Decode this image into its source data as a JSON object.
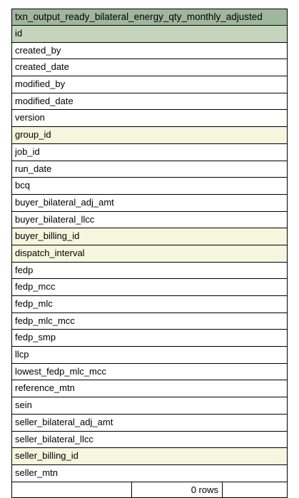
{
  "table": {
    "title": "txn_output_ready_bilateral_energy_qty_monthly_adjusted",
    "columns": [
      {
        "name": "id",
        "kind": "pk"
      },
      {
        "name": "created_by",
        "kind": "plain"
      },
      {
        "name": "created_date",
        "kind": "plain"
      },
      {
        "name": "modified_by",
        "kind": "plain"
      },
      {
        "name": "modified_date",
        "kind": "plain"
      },
      {
        "name": "version",
        "kind": "plain"
      },
      {
        "name": "group_id",
        "kind": "fk"
      },
      {
        "name": "job_id",
        "kind": "plain"
      },
      {
        "name": "run_date",
        "kind": "plain"
      },
      {
        "name": "bcq",
        "kind": "plain"
      },
      {
        "name": "buyer_bilateral_adj_amt",
        "kind": "plain"
      },
      {
        "name": "buyer_bilateral_llcc",
        "kind": "plain"
      },
      {
        "name": "buyer_billing_id",
        "kind": "fk"
      },
      {
        "name": "dispatch_interval",
        "kind": "fk"
      },
      {
        "name": "fedp",
        "kind": "plain"
      },
      {
        "name": "fedp_mcc",
        "kind": "plain"
      },
      {
        "name": "fedp_mlc",
        "kind": "plain"
      },
      {
        "name": "fedp_mlc_mcc",
        "kind": "plain"
      },
      {
        "name": "fedp_smp",
        "kind": "plain"
      },
      {
        "name": "llcp",
        "kind": "plain"
      },
      {
        "name": "lowest_fedp_mlc_mcc",
        "kind": "plain"
      },
      {
        "name": "reference_mtn",
        "kind": "plain"
      },
      {
        "name": "sein",
        "kind": "plain"
      },
      {
        "name": "seller_bilateral_adj_amt",
        "kind": "plain"
      },
      {
        "name": "seller_bilateral_llcc",
        "kind": "plain"
      },
      {
        "name": "seller_billing_id",
        "kind": "fk"
      },
      {
        "name": "seller_mtn",
        "kind": "plain"
      }
    ],
    "footer": {
      "rows_label": "0 rows"
    }
  },
  "colors": {
    "title_bg": "#9fb69f",
    "pk_bg": "#c5d4bd",
    "fk_bg": "#f4f6de",
    "border": "#000000"
  }
}
